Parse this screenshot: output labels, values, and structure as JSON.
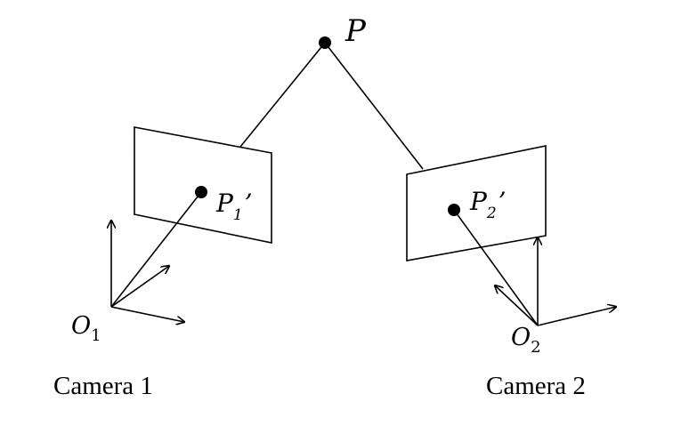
{
  "point_label": "P",
  "image_point_1": {
    "base": "P",
    "sub": "1",
    "prime": "’"
  },
  "image_point_2": {
    "base": "P",
    "sub": "2",
    "prime": "’"
  },
  "origin_1": {
    "base": "O",
    "sub": "1"
  },
  "origin_2": {
    "base": "O",
    "sub": "2"
  },
  "camera_1_label": "Camera 1",
  "camera_2_label": "Camera 2",
  "colors": {
    "stroke": "#000000",
    "background": "#ffffff"
  }
}
